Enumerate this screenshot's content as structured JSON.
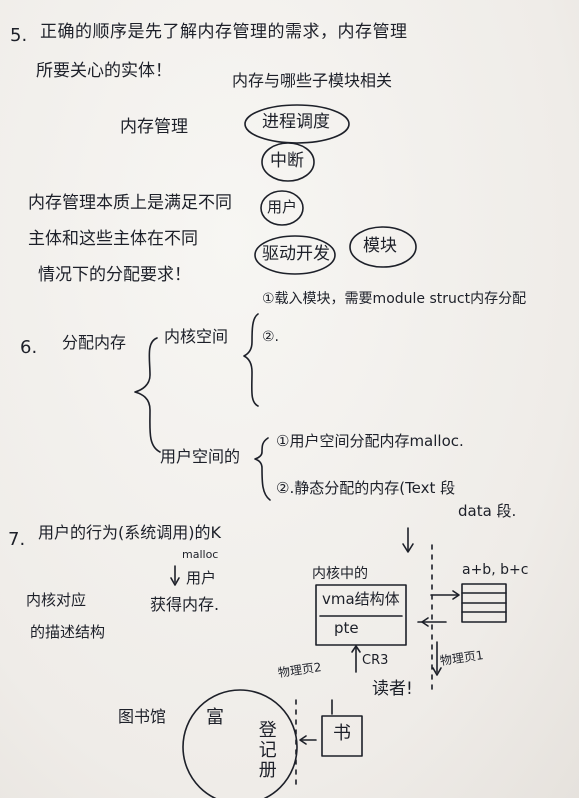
{
  "s5": {
    "num": "5.",
    "line1": "正确的顺序是先了解内存管理的需求，内存管理",
    "line2": "所要关心的实体！",
    "modules_head": "内存与哪些子模块相关",
    "mm": "内存管理",
    "modules": [
      "进程调度",
      "中断",
      "用户",
      "驱动开发",
      "模块"
    ],
    "essence": [
      "内存管理本质上是满足不同",
      "主体和这些主体在不同",
      "情况下的分配要求！"
    ]
  },
  "s6": {
    "num": "6.",
    "alloc": "分配内存",
    "kernel_space": "内核空间",
    "k1": "①载入模块，需要module struct内存分配",
    "k2": "②.",
    "user_space": "用户空间的",
    "u1": "①用户空间分配内存malloc.",
    "u2": "②.静态分配的内存(Text 段",
    "u3": "data 段."
  },
  "s7": {
    "num": "7.",
    "head": "用户的行为(系统调用)的K",
    "kernel_obj": "内核对应",
    "desc_struct": "的描述结构",
    "malloc_note": "malloc",
    "user_label": "用户",
    "get_mem": "获得内存.",
    "kernel_side": "内核中的",
    "vma": "vma结构体",
    "pte": "pte",
    "code": "a+b, b+c",
    "page2": "物理页2",
    "cr3": "CR3",
    "page1": "物理页1",
    "reader": "读者!",
    "library": "图书馆",
    "register": "登记册",
    "rich": "富",
    "book": "书"
  }
}
